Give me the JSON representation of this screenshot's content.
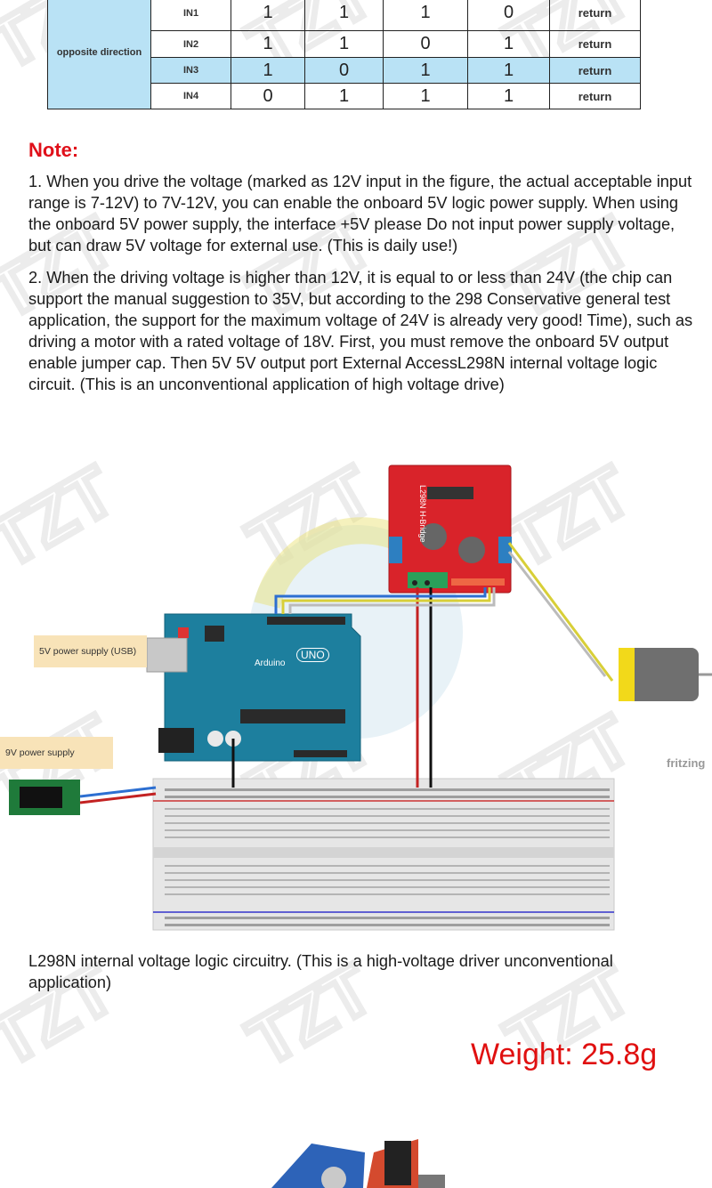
{
  "table": {
    "direction_label": "opposite direction",
    "rows": [
      {
        "input": "IN1",
        "values": [
          "1",
          "1",
          "1",
          "0"
        ],
        "status": "return"
      },
      {
        "input": "IN2",
        "values": [
          "1",
          "1",
          "0",
          "1"
        ],
        "status": "return"
      },
      {
        "input": "IN3",
        "values": [
          "1",
          "0",
          "1",
          "1"
        ],
        "status": "return"
      },
      {
        "input": "IN4",
        "values": [
          "0",
          "1",
          "1",
          "1"
        ],
        "status": "return"
      }
    ]
  },
  "note": {
    "title": "Note:",
    "paragraph1": "1. When you drive the voltage (marked as 12V input in the figure, the actual acceptable input range is 7-12V) to 7V-12V, you can enable the onboard 5V logic power supply. When using the onboard 5V power supply, the interface +5V please Do not input power supply voltage, but can draw 5V voltage for external use. (This is daily use!)",
    "paragraph2": "2. When the driving voltage is higher than 12V, it is equal to or less than 24V (the chip can support the manual suggestion to 35V, but according to the 298 Conservative general test application, the support for the maximum voltage of 24V is already very good! Time), such as driving a motor with a rated voltage of 18V. First, you must remove the onboard 5V output enable jumper cap. Then 5V 5V output port External AccessL298N internal voltage logic circuit. (This is an unconventional application of high voltage drive)"
  },
  "diagram": {
    "usb_label": "5V power supply (USB)",
    "nine_volt_label": "9V power supply",
    "module_text": "L298N H-Bridge",
    "board_brand": "Arduino",
    "board_model": "UNO",
    "fritzing_label": "fritzing"
  },
  "caption": "L298N internal voltage logic circuitry. (This is a high-voltage driver unconventional application)",
  "weight": "Weight: 25.8g",
  "colors": {
    "note_red": "#e0101a",
    "table_blue": "#b9e2f5",
    "module_red": "#d9232a",
    "arduino_teal": "#1d7f9e",
    "watermark": "#ececec"
  }
}
